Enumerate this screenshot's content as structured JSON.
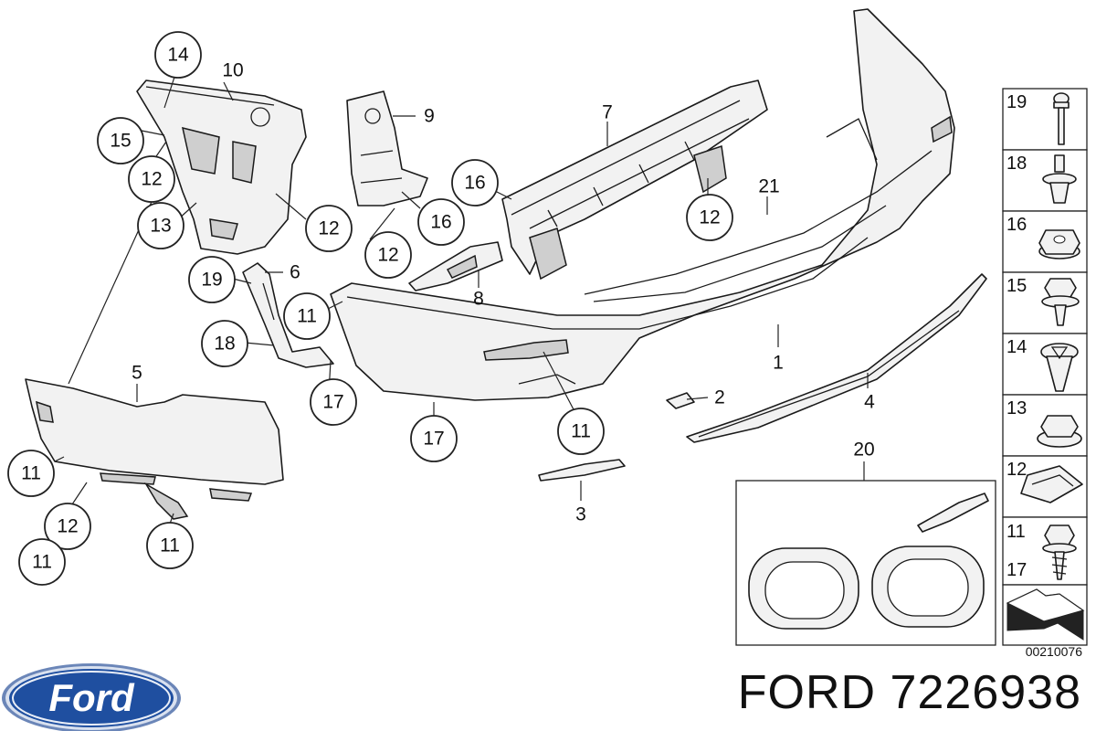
{
  "callouts": [
    {
      "label": "14"
    },
    {
      "label": "15"
    },
    {
      "label": "12"
    },
    {
      "label": "13"
    },
    {
      "label": "12"
    },
    {
      "label": "12"
    },
    {
      "label": "16"
    },
    {
      "label": "16"
    },
    {
      "label": "12"
    },
    {
      "label": "19"
    },
    {
      "label": "18"
    },
    {
      "label": "11"
    },
    {
      "label": "17"
    },
    {
      "label": "17"
    },
    {
      "label": "11"
    },
    {
      "label": "11"
    },
    {
      "label": "12"
    },
    {
      "label": "11"
    },
    {
      "label": "11"
    }
  ],
  "plain_labels": [
    {
      "label": "10"
    },
    {
      "label": "9"
    },
    {
      "label": "7"
    },
    {
      "label": "21"
    },
    {
      "label": "6"
    },
    {
      "label": "8"
    },
    {
      "label": "5"
    },
    {
      "label": "1"
    },
    {
      "label": "2"
    },
    {
      "label": "4"
    },
    {
      "label": "3"
    },
    {
      "label": "20"
    }
  ],
  "legend": [
    {
      "label": "19",
      "icon": "rivet-icon"
    },
    {
      "label": "18",
      "icon": "expanding-rivet-icon"
    },
    {
      "label": "16",
      "icon": "hex-nut-icon"
    },
    {
      "label": "15",
      "icon": "hex-bolt-icon"
    },
    {
      "label": "14",
      "icon": "push-clip-icon"
    },
    {
      "label": "13",
      "icon": "flange-nut-icon"
    },
    {
      "label": "12",
      "icon": "clip-nut-icon"
    },
    {
      "label": "11",
      "label2": "17",
      "icon": "screw-icon"
    }
  ],
  "legend_arrow": "arrow-icon",
  "doc_code": "00210076",
  "brand": "Ford",
  "footer_title": "FORD 7226938"
}
